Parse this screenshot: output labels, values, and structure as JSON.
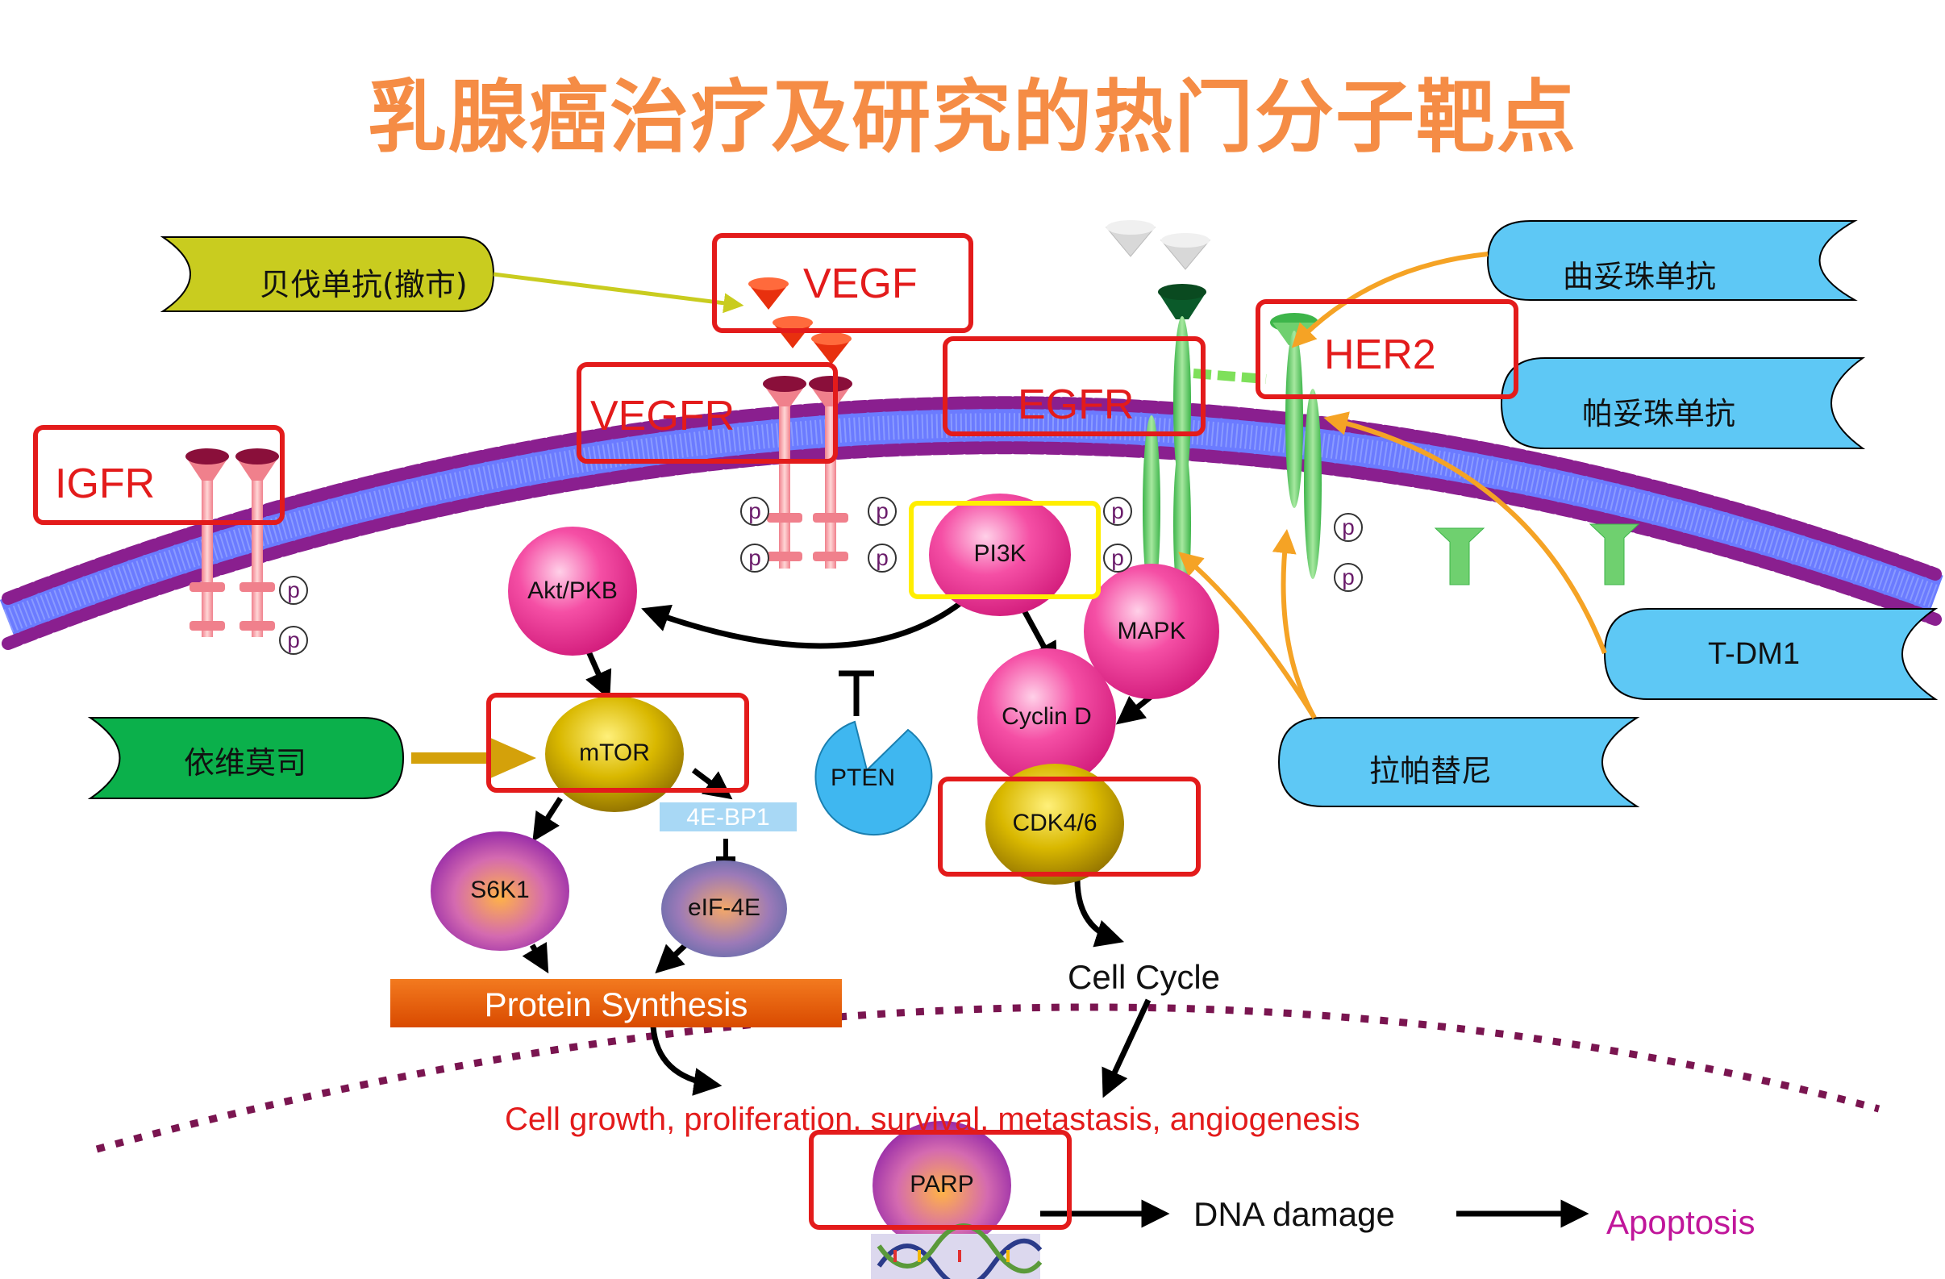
{
  "title": "乳腺癌治疗及研究的热门分子靶点",
  "drugs": {
    "bevacizumab": "贝伐单抗(撤市)",
    "trastuzumab": "曲妥珠单抗",
    "pertuzumab": "帕妥珠单抗",
    "tdm1": "T-DM1",
    "lapatinib": "拉帕替尼",
    "everolimus": "依维莫司"
  },
  "targets": {
    "vegf": "VEGF",
    "vegfr": "VEGFR",
    "igfr": "IGFR",
    "egfr": "EGFR",
    "her2": "HER2"
  },
  "nodes": {
    "akt": "Akt/PKB",
    "pi3k": "PI3K",
    "mapk": "MAPK",
    "mtor": "mTOR",
    "pten": "PTEN",
    "cyclin_d": "Cyclin D",
    "cdk": "CDK4/6",
    "s6k1": "S6K1",
    "eif4e": "eIF-4E",
    "bp1": "4E-BP1",
    "parp": "PARP"
  },
  "labels": {
    "protein_synthesis": "Protein Synthesis",
    "cell_cycle": "Cell Cycle",
    "cell_growth": "Cell growth, proliferation, survival, metastasis, angiogenesis",
    "dna_damage": "DNA damage",
    "apoptosis": "Apoptosis",
    "p": "p"
  },
  "colors": {
    "highlight_red": "#e31b1b",
    "highlight_yellow": "#ffee00",
    "title_orange": "#f58c45",
    "drug_blue": "#5ec8f5",
    "drug_olive": "#c9cc1f",
    "drug_green": "#0bb04b"
  }
}
